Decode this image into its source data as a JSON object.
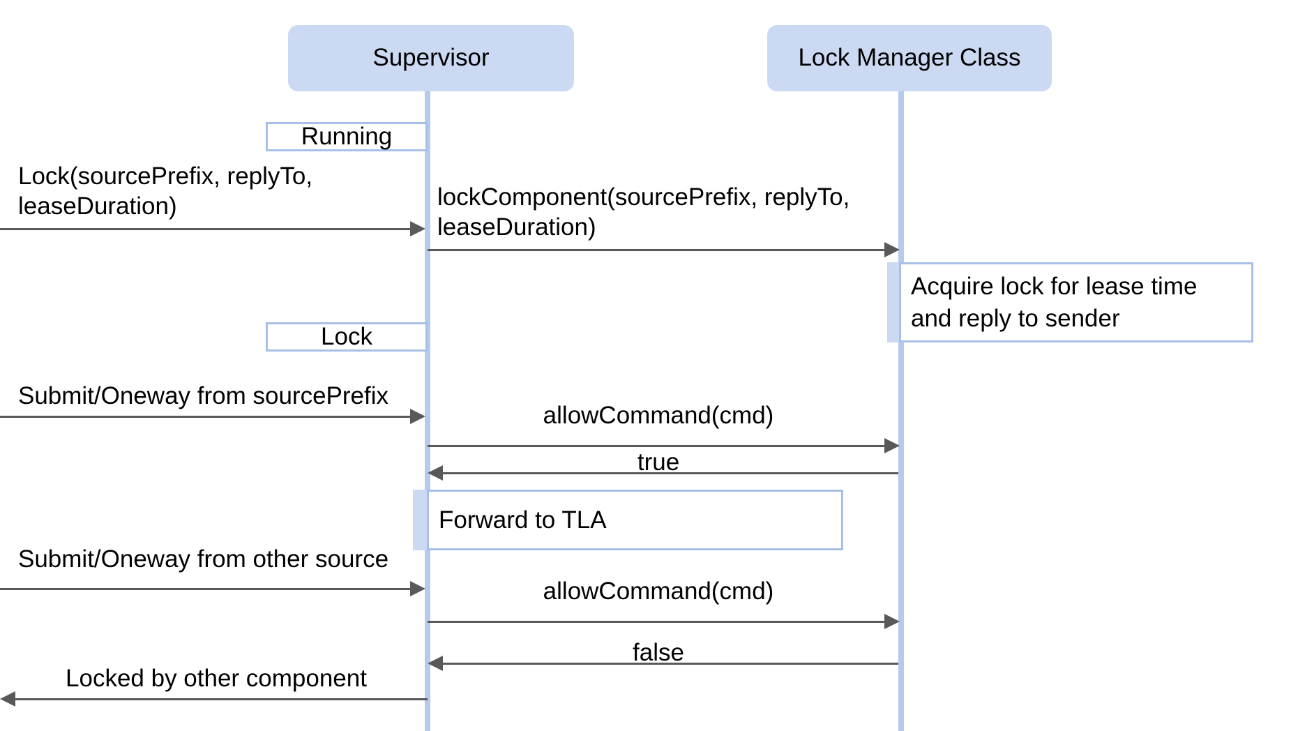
{
  "diagram": {
    "type": "uml-sequence-diagram",
    "colors": {
      "participant_fill": "#ccd9f2",
      "lifeline": "#b6caec",
      "box_border": "#a8c0e8",
      "arrow": "#595959",
      "text": "#000000",
      "background": "#ffffff"
    },
    "participants": [
      {
        "id": "supervisor",
        "label": "Supervisor"
      },
      {
        "id": "lock_manager",
        "label": "Lock Manager Class"
      }
    ],
    "state_boxes": [
      {
        "id": "running",
        "label": "Running"
      },
      {
        "id": "lock",
        "label": "Lock"
      }
    ],
    "notes": [
      {
        "id": "acquire-lock-note",
        "line1": "Acquire lock for lease time",
        "line2": " and reply to sender"
      },
      {
        "id": "forward-tla-note",
        "line1": "Forward to TLA",
        "line2": ""
      }
    ],
    "messages": [
      {
        "id": "lock-request",
        "label": "Lock(sourcePrefix, replyTo,\nleaseDuration)",
        "from": "external",
        "to": "supervisor",
        "direction": "right"
      },
      {
        "id": "lock-component",
        "label": "lockComponent(sourcePrefix, replyTo,\nleaseDuration)",
        "from": "supervisor",
        "to": "lock_manager",
        "direction": "right"
      },
      {
        "id": "submit-oneway-source-prefix",
        "label": "Submit/Oneway from sourcePrefix",
        "from": "external",
        "to": "supervisor",
        "direction": "right"
      },
      {
        "id": "allow-command-1",
        "label": "allowCommand(cmd)",
        "from": "supervisor",
        "to": "lock_manager",
        "direction": "right"
      },
      {
        "id": "reply-true",
        "label": "true",
        "from": "lock_manager",
        "to": "supervisor",
        "direction": "left"
      },
      {
        "id": "submit-oneway-other-source",
        "label": "Submit/Oneway from other source",
        "from": "external",
        "to": "supervisor",
        "direction": "right"
      },
      {
        "id": "allow-command-2",
        "label": "allowCommand(cmd)",
        "from": "supervisor",
        "to": "lock_manager",
        "direction": "right"
      },
      {
        "id": "reply-false",
        "label": "false",
        "from": "lock_manager",
        "to": "supervisor",
        "direction": "left"
      },
      {
        "id": "locked-by-other",
        "label": "Locked by other component",
        "from": "supervisor",
        "to": "external",
        "direction": "left"
      }
    ]
  }
}
